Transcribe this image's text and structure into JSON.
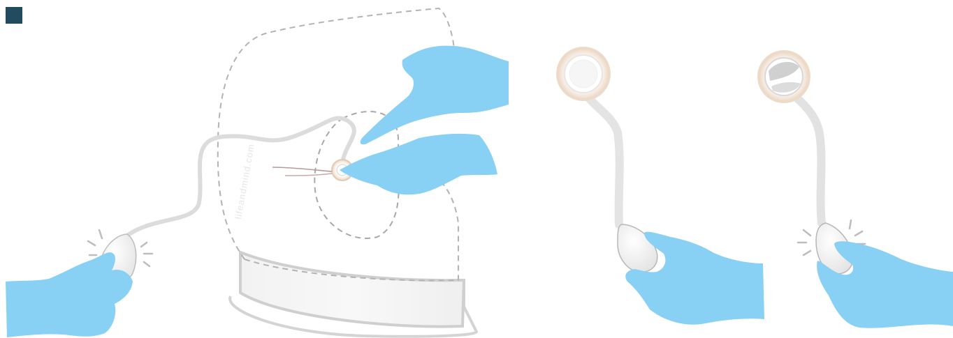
{
  "watermark": "lifeandmind.com",
  "colors": {
    "glove": "#89d0f5",
    "outline_dashed": "#b0b0b0",
    "tube": "#dcdcdc",
    "bulb": "#f4f4f4",
    "cuff_ring": "#f1e4d8",
    "badge": "#234b5f"
  },
  "icons": [
    "pressure-bulb",
    "tube",
    "dilator-device",
    "gloved-hand"
  ]
}
